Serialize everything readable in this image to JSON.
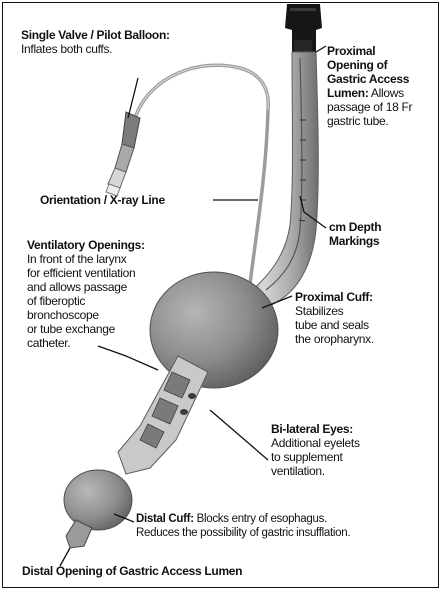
{
  "labels": {
    "single_valve": {
      "heading": "Single Valve / Pilot Balloon:",
      "body": "Inflates both cuffs."
    },
    "proximal_opening": {
      "heading_lines": [
        "Proximal",
        "Opening of",
        "Gastric Access",
        "Lumen:"
      ],
      "heading_tail": " Allows",
      "body_lines": [
        "passage of 18 Fr",
        "gastric tube."
      ]
    },
    "orientation_line": {
      "heading": "Orientation / X-ray Line"
    },
    "depth_markings": {
      "heading_lines": [
        "cm Depth",
        "Markings"
      ]
    },
    "ventilatory_openings": {
      "heading": "Ventilatory Openings:",
      "body_lines": [
        "In front of the larynx",
        "for efficient ventilation",
        "and allows passage",
        "of fiberoptic",
        "bronchoscope",
        "or tube exchange",
        "catheter."
      ]
    },
    "proximal_cuff": {
      "heading": "Proximal Cuff:",
      "body_lines": [
        "Stabilizes",
        "tube and seals",
        "the oropharynx."
      ]
    },
    "bilateral_eyes": {
      "heading": "Bi-lateral Eyes:",
      "body_lines": [
        "Additional eyelets",
        "to supplement",
        "ventilation."
      ]
    },
    "distal_cuff": {
      "heading": "Distal Cuff:",
      "body_first": " Blocks entry of esophagus.",
      "body_second": "Reduces the possibility of gastric insufflation."
    },
    "distal_opening": {
      "heading": "Distal Opening of Gastric Access Lumen"
    }
  },
  "colors": {
    "cuff": "#8a8a8a",
    "tube": "#b8b8b8",
    "connector": "#1a1a1a",
    "leader": "#111111"
  },
  "icon_names": [
    "laryngeal-tube-device",
    "pilot-balloon",
    "proximal-cuff",
    "distal-cuff"
  ]
}
